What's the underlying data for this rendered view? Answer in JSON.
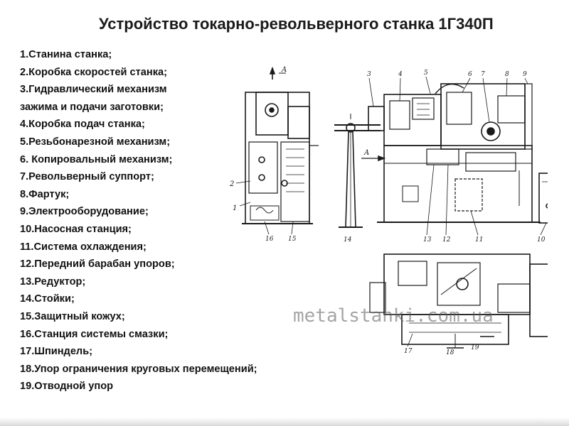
{
  "title": "Устройство токарно-револьверного станка 1Г340П",
  "parts": [
    "1.Станина станка;",
    "2.Коробка скоростей станка;",
    "3.Гидравлический механизм",
    "зажима и подачи заготовки;",
    "4.Коробка подач станка;",
    "5.Резьбонарезной механизм;",
    "6. Копировальный механизм;",
    "7.Револьверный суппорт;",
    "8.Фартук;",
    "9.Электрооборудование;",
    "10.Насосная станция;",
    "11.Система охлаждения;",
    "12.Передний барабан упоров;",
    "13.Редуктор;",
    "14.Стойки;",
    "15.Защитный кожух;",
    "16.Станция системы смазки;",
    "17.Шпиндель;",
    "18.Упор ограничения круговых перемещений;",
    "19.Отводной упор"
  ],
  "watermark": "metalstanki.com.ua",
  "drawing": {
    "view_label": "A",
    "arrow_label": "A",
    "callouts": [
      "1",
      "2",
      "3",
      "4",
      "5",
      "6",
      "7",
      "8",
      "9",
      "10",
      "11",
      "12",
      "13",
      "14",
      "15",
      "16",
      "17",
      "18",
      "19"
    ]
  }
}
